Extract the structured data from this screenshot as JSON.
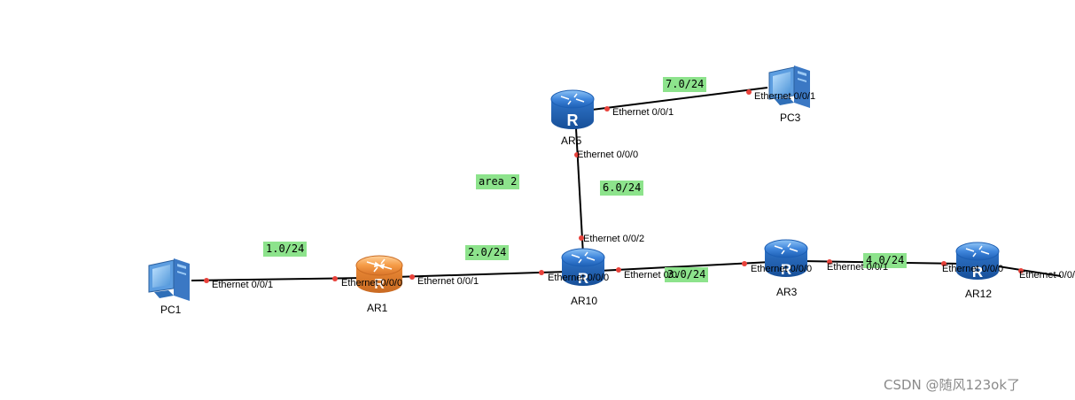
{
  "devices": {
    "pc1": {
      "name": "PC1",
      "icon": "pc-icon"
    },
    "ar1": {
      "name": "AR1",
      "icon": "router-icon",
      "color": "#f0923a"
    },
    "ar5": {
      "name": "AR5",
      "icon": "router-icon",
      "color": "#3a7fd6"
    },
    "pc3": {
      "name": "PC3",
      "icon": "pc-icon"
    },
    "ar10": {
      "name": "AR10",
      "icon": "router-icon",
      "color": "#3a7fd6"
    },
    "ar3": {
      "name": "AR3",
      "icon": "router-icon",
      "color": "#3a7fd6"
    },
    "ar12": {
      "name": "AR12",
      "icon": "router-icon",
      "color": "#3a7fd6"
    }
  },
  "ports": {
    "pc1_e001": "Ethernet 0/0/1",
    "ar1_e000": "Ethernet 0/0/0",
    "ar1_e001": "Ethernet 0/0/1",
    "ar10_e000": "Ethernet 0/0/0",
    "ar10_e002": "Ethernet 0/0/2",
    "ar10_e00x": "Ethernet 0/0/",
    "ar5_e000": "Ethernet 0/0/0",
    "ar5_e001": "Ethernet 0/0/1",
    "pc3_e001": "Ethernet 0/0/1",
    "ar3_e000": "Ethernet 0/0/0",
    "ar3_e001": "Ethernet 0/0/1",
    "ar12_e000": "Ethernet 0/0/0",
    "ar12_e00x": "Ethernet 0/0/"
  },
  "networks": {
    "n1": "1.0/24",
    "n2": "2.0/24",
    "n3": "3.0/24",
    "n4": "4.0/24",
    "n6": "6.0/24",
    "n7": "7.0/24"
  },
  "area_label": "area 2",
  "watermark": "CSDN @随风123ok了",
  "colors": {
    "link": "#000000",
    "port_dot": "#e8413a",
    "tag_bg": "#8de38c"
  }
}
